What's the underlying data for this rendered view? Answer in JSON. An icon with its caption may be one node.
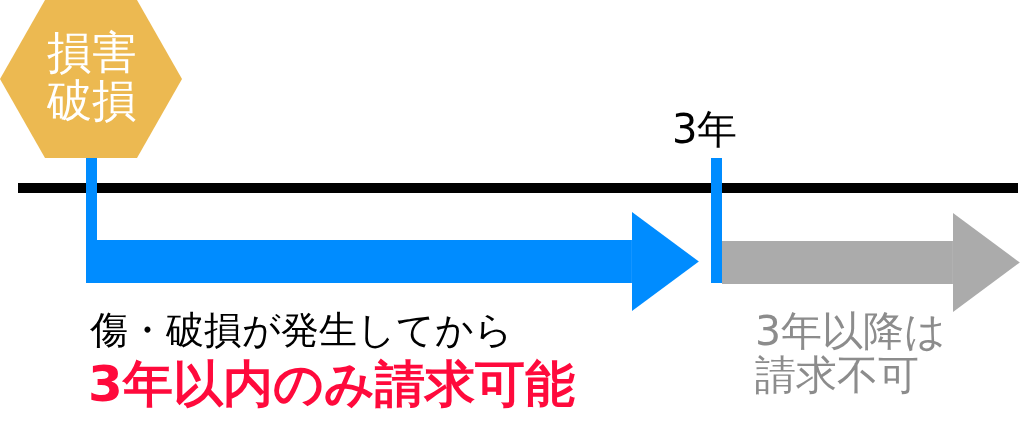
{
  "diagram": {
    "nodes": [
      {
        "text": [
          "損害破損"
        ]
      },
      {
        "text": [],
        "shape": "bar"
      },
      {
        "text": [],
        "shape": "bar",
        "beside": [
          "3年"
        ]
      }
    ],
    "edges": [
      {
        "from": 1,
        "to": 2,
        "arrow": "to",
        "color": "#008cff"
      },
      {
        "from": 2,
        "to": null,
        "arrow": "to",
        "color": "#ababab"
      }
    ],
    "labels": [
      "傷・破損が発生してから",
      "3年以内のみ請求可能",
      "3年以降は請求不可"
    ]
  }
}
